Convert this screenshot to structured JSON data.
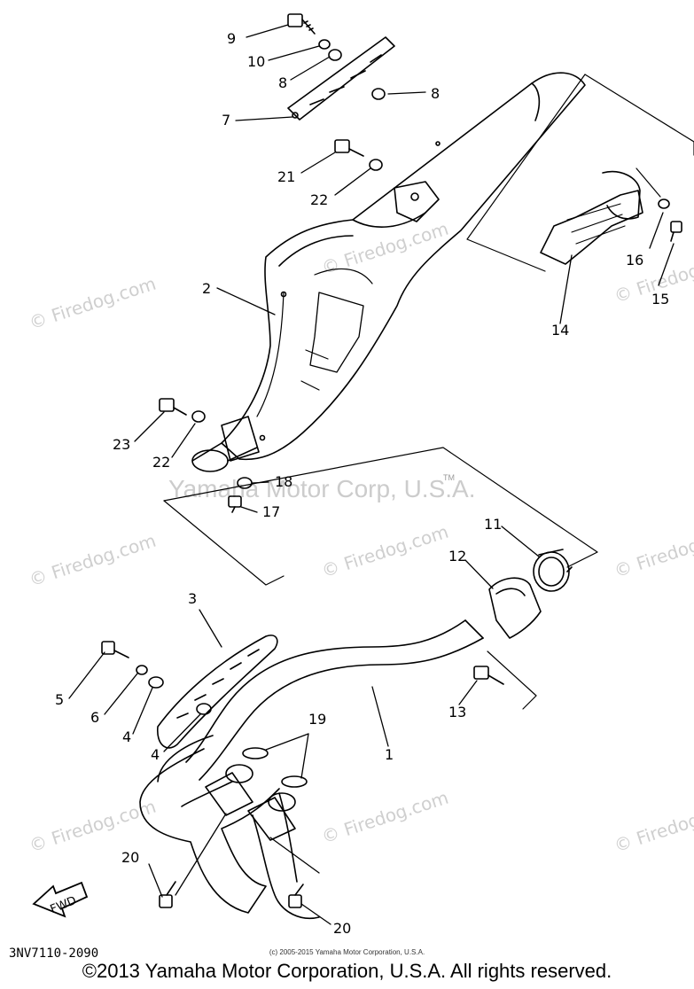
{
  "callouts": {
    "c9": "9",
    "c10": "10",
    "c8a": "8",
    "c8b": "8",
    "c7": "7",
    "c21": "21",
    "c22a": "22",
    "c2": "2",
    "c16": "16",
    "c15": "15",
    "c14": "14",
    "c23": "23",
    "c22b": "22",
    "c18": "18",
    "c17": "17",
    "c11": "11",
    "c12": "12",
    "c3": "3",
    "c5": "5",
    "c6": "6",
    "c4a": "4",
    "c4b": "4",
    "c13": "13",
    "c19": "19",
    "c1": "1",
    "c20a": "20",
    "c20b": "20"
  },
  "arrow_label": "FWD",
  "watermarks": {
    "firedog": "© Firedog.com",
    "yamaha": "Yamaha Motor Corp, U.S.A.",
    "tm": "TM"
  },
  "part_number": "3NV7110-2090",
  "credit": "(c) 2005-2015 Yamaha Motor Corporation, U.S.A.",
  "copyright": "©2013 Yamaha Motor Corporation, U.S.A. All rights reserved."
}
